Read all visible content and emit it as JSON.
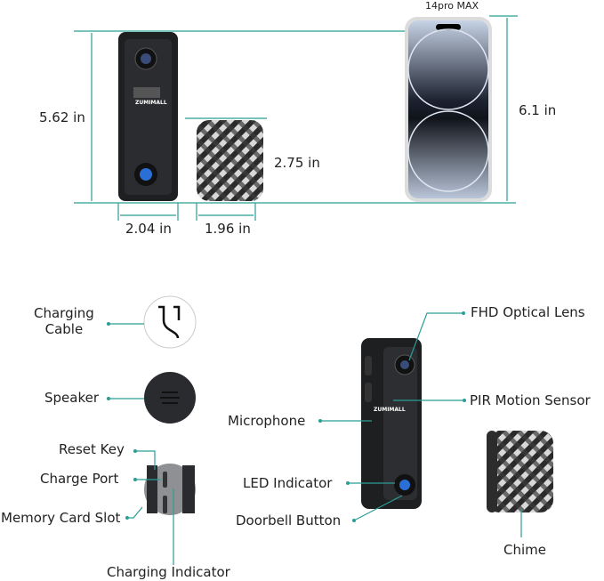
{
  "dimensions": {
    "phone_model": "14pro MAX",
    "doorbell_height": "5.62 in",
    "doorbell_width": "2.04 in",
    "chime_height": "2.75 in",
    "chime_width": "1.96 in",
    "phone_height": "6.1 in"
  },
  "brand": "ZUMIMALL",
  "accessories": {
    "charging_cable": [
      "Charging",
      "Cable"
    ],
    "speaker": "Speaker",
    "reset_key": "Reset Key",
    "charge_port": "Charge Port",
    "memory_card_slot": "Memory Card Slot",
    "charging_indicator": "Charging Indicator"
  },
  "doorbell_parts": {
    "lens": "FHD Optical Lens",
    "pir": "PIR Motion Sensor",
    "microphone": "Microphone",
    "led": "LED Indicator",
    "button": "Doorbell Button",
    "chime": "Chime"
  },
  "colors": {
    "accent": "#2a9d95",
    "device": "#1e1f21"
  }
}
